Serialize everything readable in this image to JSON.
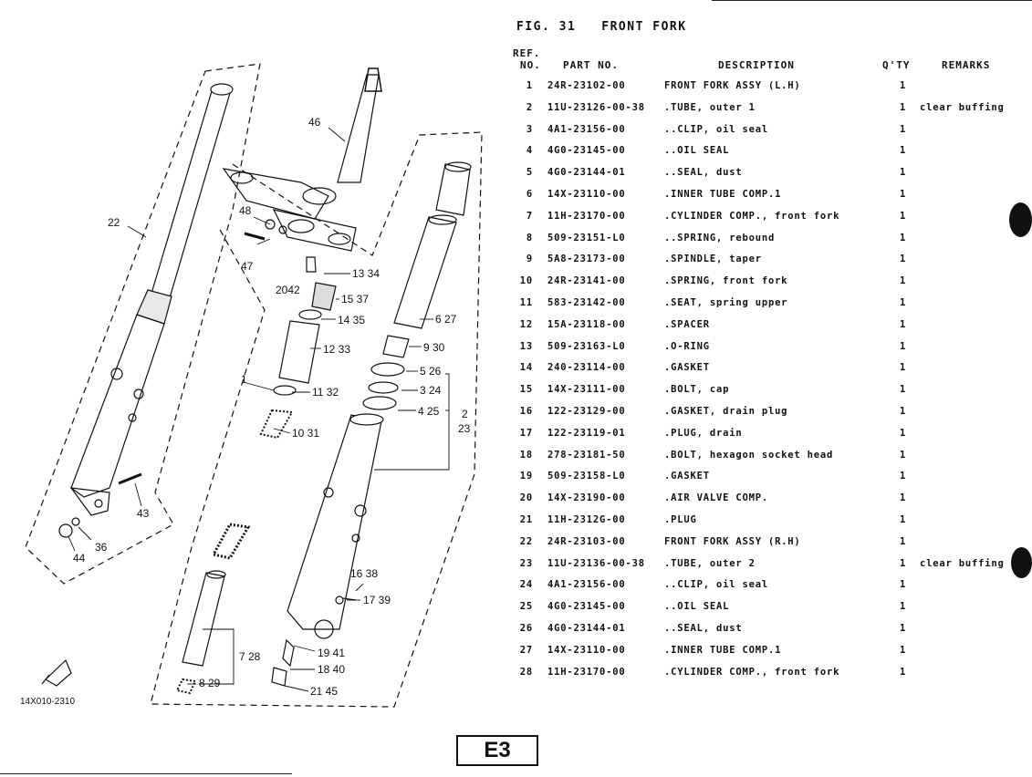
{
  "figure": {
    "number": "FIG. 31",
    "title": "FRONT FORK"
  },
  "table": {
    "headers": {
      "ref_line1": "REF.",
      "ref_line2": "NO.",
      "part_no": "PART NO.",
      "description": "DESCRIPTION",
      "qty": "Q'TY",
      "remarks": "REMARKS"
    },
    "rows": [
      {
        "ref": "1",
        "part": "24R-23102-00",
        "desc": "FRONT FORK ASSY (L.H)",
        "qty": "1",
        "remarks": ""
      },
      {
        "ref": "2",
        "part": "11U-23126-00-38",
        "desc": ".TUBE, outer 1",
        "qty": "1",
        "remarks": "clear buffing"
      },
      {
        "ref": "3",
        "part": "4A1-23156-00",
        "desc": "..CLIP, oil seal",
        "qty": "1",
        "remarks": ""
      },
      {
        "ref": "4",
        "part": "4G0-23145-00",
        "desc": "..OIL SEAL",
        "qty": "1",
        "remarks": ""
      },
      {
        "ref": "5",
        "part": "4G0-23144-01",
        "desc": "..SEAL, dust",
        "qty": "1",
        "remarks": ""
      },
      {
        "ref": "6",
        "part": "14X-23110-00",
        "desc": ".INNER TUBE COMP.1",
        "qty": "1",
        "remarks": ""
      },
      {
        "ref": "7",
        "part": "11H-23170-00",
        "desc": ".CYLINDER COMP., front fork",
        "qty": "1",
        "remarks": ""
      },
      {
        "ref": "8",
        "part": "509-23151-L0",
        "desc": "..SPRING, rebound",
        "qty": "1",
        "remarks": ""
      },
      {
        "ref": "9",
        "part": "5A8-23173-00",
        "desc": ".SPINDLE, taper",
        "qty": "1",
        "remarks": ""
      },
      {
        "ref": "10",
        "part": "24R-23141-00",
        "desc": ".SPRING, front fork",
        "qty": "1",
        "remarks": ""
      },
      {
        "ref": "11",
        "part": "583-23142-00",
        "desc": ".SEAT, spring upper",
        "qty": "1",
        "remarks": ""
      },
      {
        "ref": "12",
        "part": "15A-23118-00",
        "desc": ".SPACER",
        "qty": "1",
        "remarks": ""
      },
      {
        "ref": "13",
        "part": "509-23163-L0",
        "desc": ".O-RING",
        "qty": "1",
        "remarks": ""
      },
      {
        "ref": "14",
        "part": "240-23114-00",
        "desc": ".GASKET",
        "qty": "1",
        "remarks": ""
      },
      {
        "ref": "15",
        "part": "14X-23111-00",
        "desc": ".BOLT, cap",
        "qty": "1",
        "remarks": ""
      },
      {
        "ref": "16",
        "part": "122-23129-00",
        "desc": ".GASKET, drain plug",
        "qty": "1",
        "remarks": ""
      },
      {
        "ref": "17",
        "part": "122-23119-01",
        "desc": ".PLUG, drain",
        "qty": "1",
        "remarks": ""
      },
      {
        "ref": "18",
        "part": "278-23181-50",
        "desc": ".BOLT, hexagon socket head",
        "qty": "1",
        "remarks": ""
      },
      {
        "ref": "19",
        "part": "509-23158-L0",
        "desc": ".GASKET",
        "qty": "1",
        "remarks": ""
      },
      {
        "ref": "20",
        "part": "14X-23190-00",
        "desc": ".AIR VALVE COMP.",
        "qty": "1",
        "remarks": ""
      },
      {
        "ref": "21",
        "part": "11H-2312G-00",
        "desc": ".PLUG",
        "qty": "1",
        "remarks": ""
      },
      {
        "ref": "22",
        "part": "24R-23103-00",
        "desc": "FRONT FORK ASSY (R.H)",
        "qty": "1",
        "remarks": ""
      },
      {
        "ref": "23",
        "part": "11U-23136-00-38",
        "desc": ".TUBE, outer 2",
        "qty": "1",
        "remarks": "clear buffing"
      },
      {
        "ref": "24",
        "part": "4A1-23156-00",
        "desc": "..CLIP, oil seal",
        "qty": "1",
        "remarks": ""
      },
      {
        "ref": "25",
        "part": "4G0-23145-00",
        "desc": "..OIL SEAL",
        "qty": "1",
        "remarks": ""
      },
      {
        "ref": "26",
        "part": "4G0-23144-01",
        "desc": "..SEAL, dust",
        "qty": "1",
        "remarks": ""
      },
      {
        "ref": "27",
        "part": "14X-23110-00",
        "desc": ".INNER TUBE COMP.1",
        "qty": "1",
        "remarks": ""
      },
      {
        "ref": "28",
        "part": "11H-23170-00",
        "desc": ".CYLINDER COMP., front fork",
        "qty": "1",
        "remarks": ""
      }
    ]
  },
  "diagram": {
    "drawing_code": "14X010-2310",
    "callouts": {
      "c46": "46",
      "c22": "22",
      "c48": "48",
      "c47": "47",
      "c2042": "2042",
      "c1334": "13 34",
      "c1537": "15 37",
      "c1435": "14 35",
      "c1233": "12 33",
      "c627": "6 27",
      "c930": "9 30",
      "c526": "5 26",
      "c1": "1",
      "c1132": "11 32",
      "c324": "3 24",
      "c425": "4 25",
      "c2": "2",
      "c23": "23",
      "c1031": "10 31",
      "c43": "43",
      "c36": "36",
      "c44": "44",
      "c1638": "16 38",
      "c1739": "17 39",
      "c1941": "19 41",
      "c1840": "18 40",
      "c2145": "21 45",
      "c728": "7 28",
      "c829": "8 29"
    }
  },
  "page_label": "E3"
}
